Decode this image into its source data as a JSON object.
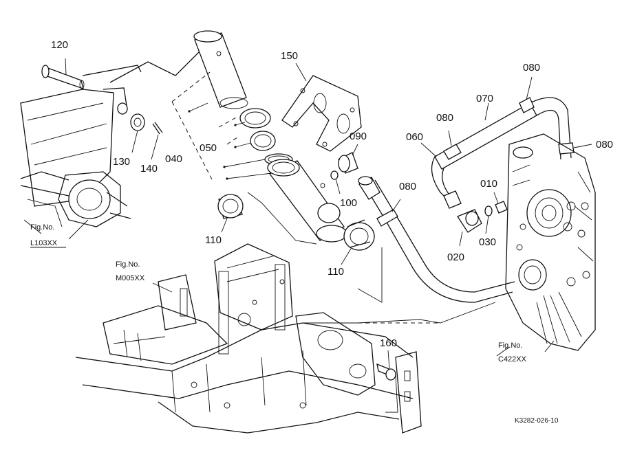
{
  "parts": {
    "p120": "120",
    "p130": "130",
    "p140": "140",
    "p040": "040",
    "p050": "050",
    "p150": "150",
    "p110a": "110",
    "p110b": "110",
    "p090": "090",
    "p100": "100",
    "p060": "060",
    "p080a": "080",
    "p080b": "080",
    "p080c": "080",
    "p080d": "080",
    "p070": "070",
    "p010": "010",
    "p020": "020",
    "p030": "030",
    "p160": "160"
  },
  "figure_refs": {
    "l103_line1": "Fig.No.",
    "l103_line2": "L103XX",
    "m005_line1": "Fig.No.",
    "m005_line2": "M005XX",
    "c422_line1": "Fig.No.",
    "c422_line2": "C422XX"
  },
  "drawing_code": "K3282-026-10"
}
